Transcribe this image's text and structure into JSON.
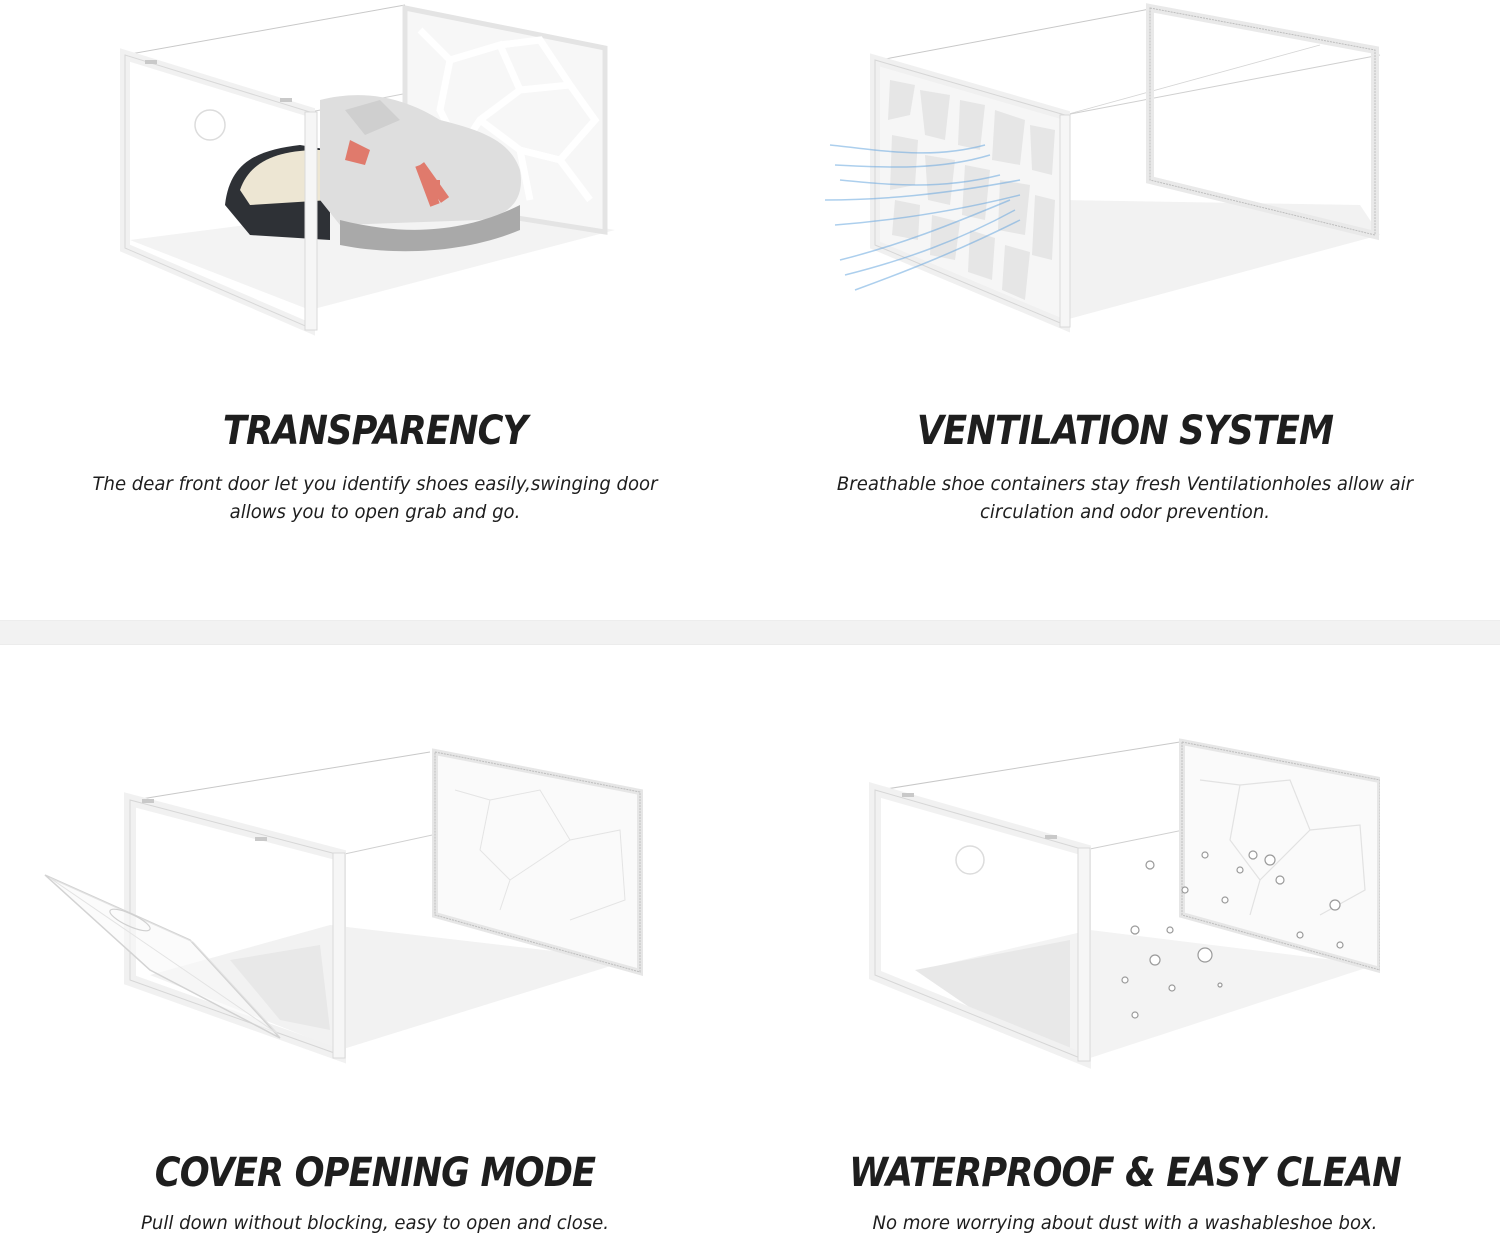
{
  "features": [
    {
      "id": "transparency",
      "title": "TRANSPARENCY",
      "description_line1": "The dear front door let you identify shoes easily,swinging door",
      "description_line2": "allows you to open grab and go.",
      "image": "shoe-box-with-sneakers"
    },
    {
      "id": "ventilation",
      "title": "VENTILATION SYSTEM",
      "description_line1": "Breathable shoe containers stay fresh Ventilationholes allow air",
      "description_line2": "circulation and odor prevention.",
      "image": "shoe-box-ventilation-airflow"
    },
    {
      "id": "cover-opening",
      "title": "COVER OPENING MODE",
      "description_line1": "Pull down without blocking, easy to open and close.",
      "description_line2": "",
      "image": "shoe-box-door-open"
    },
    {
      "id": "waterproof",
      "title": "WATERPROOF & EASY CLEAN",
      "description_line1": "No more worrying about dust with a washableshoe box.",
      "description_line2": "",
      "image": "shoe-box-water-droplets"
    }
  ],
  "colors": {
    "background": "#ffffff",
    "separator": "#f2f2f2",
    "text": "#1e1e1e",
    "frame": "#f4f4f4",
    "airflow": "#6aa8e0",
    "shoe_accent": "#e07a6c"
  }
}
